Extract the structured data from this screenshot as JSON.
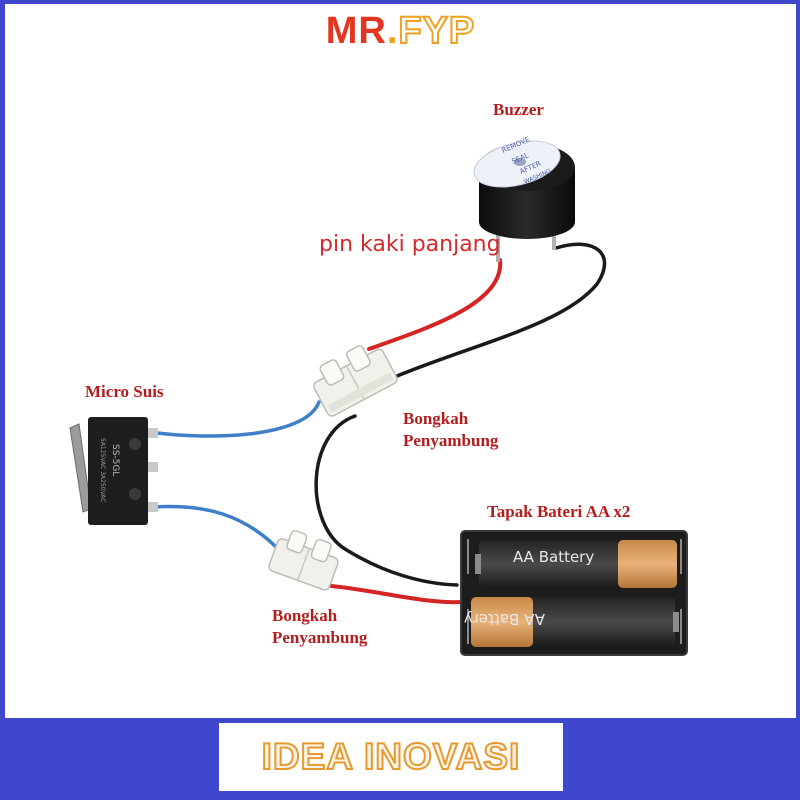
{
  "logo": {
    "mr": "MR",
    "dot": ".",
    "fyp": "FYP"
  },
  "labels": {
    "buzzer": "Buzzer",
    "pin": "pin kaki panjang",
    "micro_switch": "Micro Suis",
    "connector_top_line1": "Bongkah",
    "connector_top_line2": "Penyambung",
    "battery_holder": "Tapak Bateri AA x2",
    "connector_bottom_line1": "Bongkah",
    "connector_bottom_line2": "Penyambung"
  },
  "buzzer_sticker": [
    "REMOVE",
    "SEAL",
    "AFTER",
    "WASHING"
  ],
  "switch_print": [
    "SS-5GL",
    "5A125VAC 3A250VAC"
  ],
  "battery_labels": [
    "AA Battery",
    "AA Battery"
  ],
  "banner": {
    "text": "IDEA INOVASI"
  },
  "colors": {
    "frame": "#3f47cc",
    "label_red": "#b41d1d",
    "wire_red": "#d42424",
    "wire_black": "#1a1a1a",
    "wire_blue": "#3f7fc8",
    "banner_fill": "#fbf3e8",
    "banner_outline": "#e8992d"
  }
}
